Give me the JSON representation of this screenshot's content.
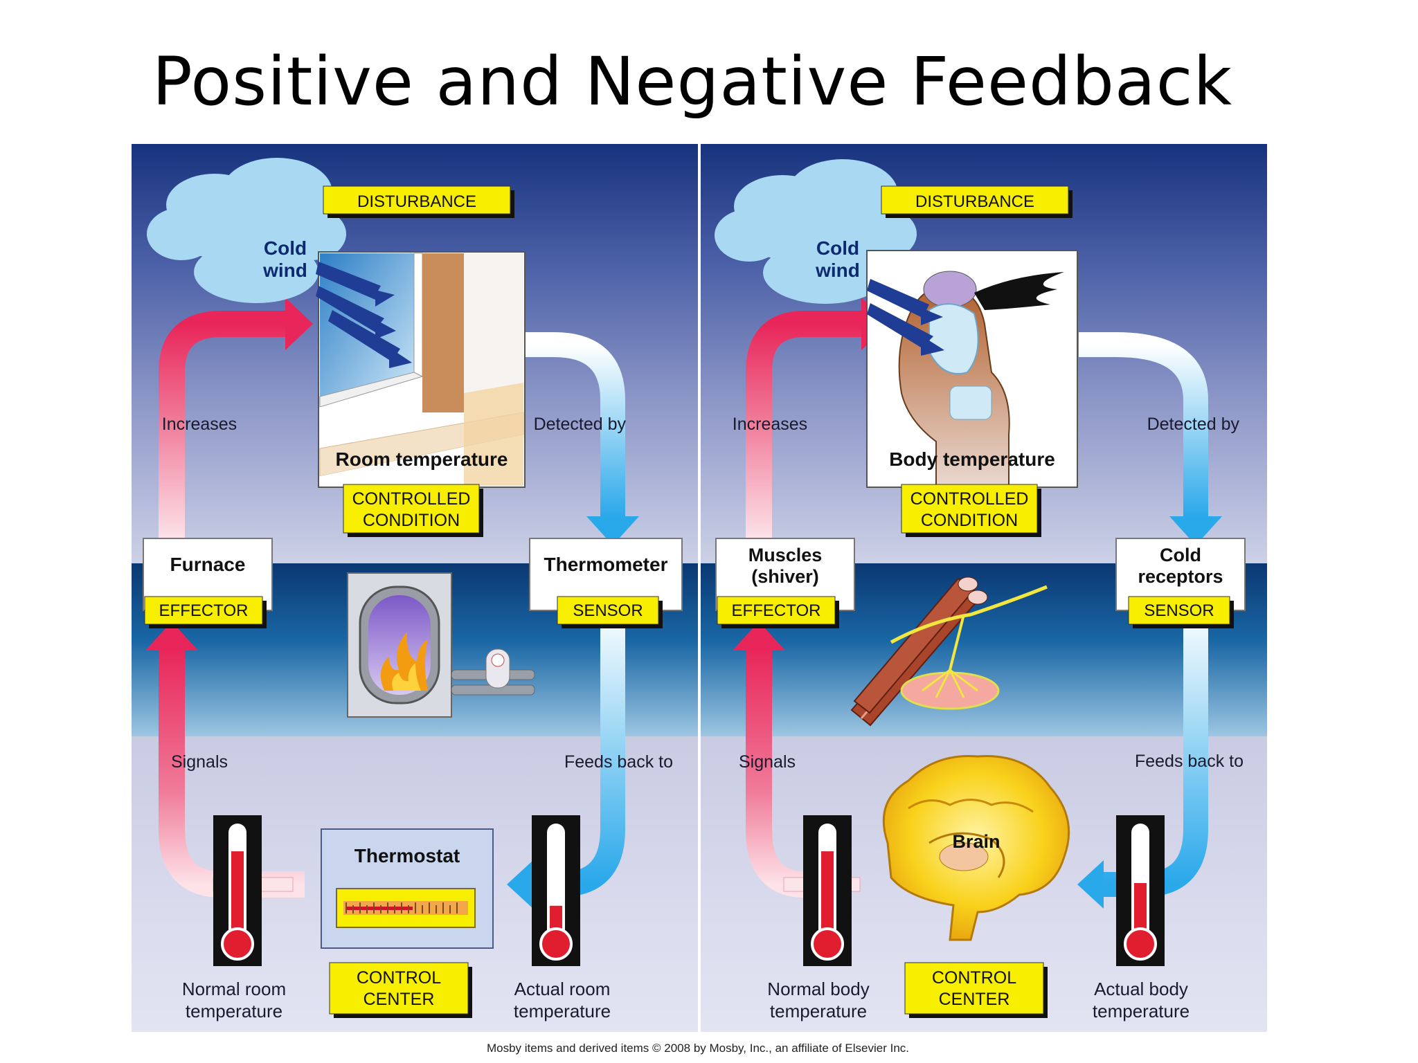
{
  "title": "Positive and Negative Feedback",
  "credit": "Mosby items and derived items © 2008 by Mosby, Inc., an affiliate of Elsevier Inc.",
  "panels": [
    {
      "disturbance": "DISTURBANCE",
      "cloud_line1": "Cold",
      "cloud_line2": "wind",
      "condition_name": "Room temperature",
      "controlled_line1": "CONTROLLED",
      "controlled_line2": "CONDITION",
      "increases": "Increases",
      "detected_by": "Detected by",
      "signals": "Signals",
      "feeds_back_to": "Feeds back to",
      "effector_line1": "Furnace",
      "effector_line2": "",
      "effector_tag": "EFFECTOR",
      "sensor_line1": "Thermometer",
      "sensor_line2": "",
      "sensor_tag": "SENSOR",
      "center_name": "Thermostat",
      "control_line1": "CONTROL",
      "control_line2": "CENTER",
      "normal_line1": "Normal room",
      "normal_line2": "temperature",
      "actual_line1": "Actual room",
      "actual_line2": "temperature",
      "normal_thermometer_level": 0.78,
      "actual_thermometer_level": 0.3
    },
    {
      "disturbance": "DISTURBANCE",
      "cloud_line1": "Cold",
      "cloud_line2": "wind",
      "condition_name": "Body temperature",
      "controlled_line1": "CONTROLLED",
      "controlled_line2": "CONDITION",
      "increases": "Increases",
      "detected_by": "Detected by",
      "signals": "Signals",
      "feeds_back_to": "Feeds back to",
      "effector_line1": "Muscles",
      "effector_line2": "(shiver)",
      "effector_tag": "EFFECTOR",
      "sensor_line1": "Cold",
      "sensor_line2": "receptors",
      "sensor_tag": "SENSOR",
      "center_name": "Brain",
      "control_line1": "CONTROL",
      "control_line2": "CENTER",
      "normal_line1": "Normal body",
      "normal_line2": "temperature",
      "actual_line1": "Actual body",
      "actual_line2": "temperature",
      "normal_thermometer_level": 0.78,
      "actual_thermometer_level": 0.5
    }
  ],
  "colors": {
    "label_yellow": "#f7ee00",
    "warm_arrow": "#e8265a",
    "cool_arrow": "#29a8ea"
  }
}
